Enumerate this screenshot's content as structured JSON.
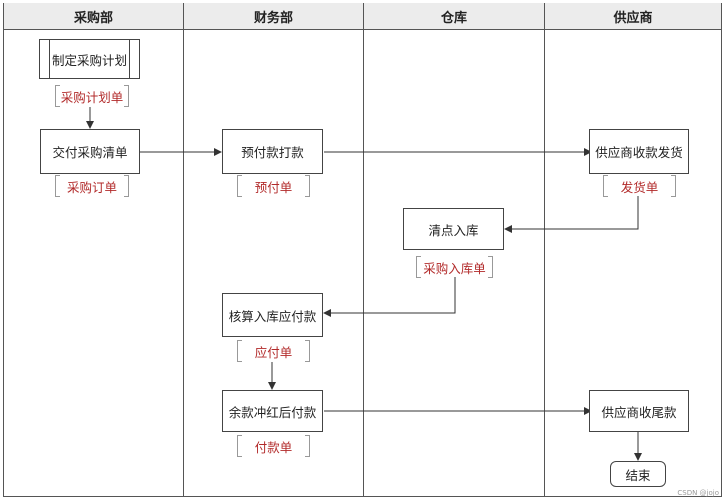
{
  "lanes": [
    {
      "name": "采购部"
    },
    {
      "name": "财务部"
    },
    {
      "name": "仓库"
    },
    {
      "name": "供应商"
    }
  ],
  "nodes": {
    "plan": "制定采购计划",
    "submit_list": "交付采购清单",
    "prepay": "预付款打款",
    "supplier_ship": "供应商收款发货",
    "count_in": "清点入库",
    "calc_payable": "核算入库应付款",
    "balance": "余款冲红后付款",
    "supplier_final": "供应商收尾款",
    "end": "结束"
  },
  "documents": {
    "purchase_plan": "采购计划单",
    "purchase_order": "采购订单",
    "prepay_bill": "预付单",
    "delivery_bill": "发货单",
    "purchase_receipt": "采购入库单",
    "payable_bill": "应付单",
    "payment_bill": "付款单"
  },
  "watermark": "CSDN @jojo"
}
